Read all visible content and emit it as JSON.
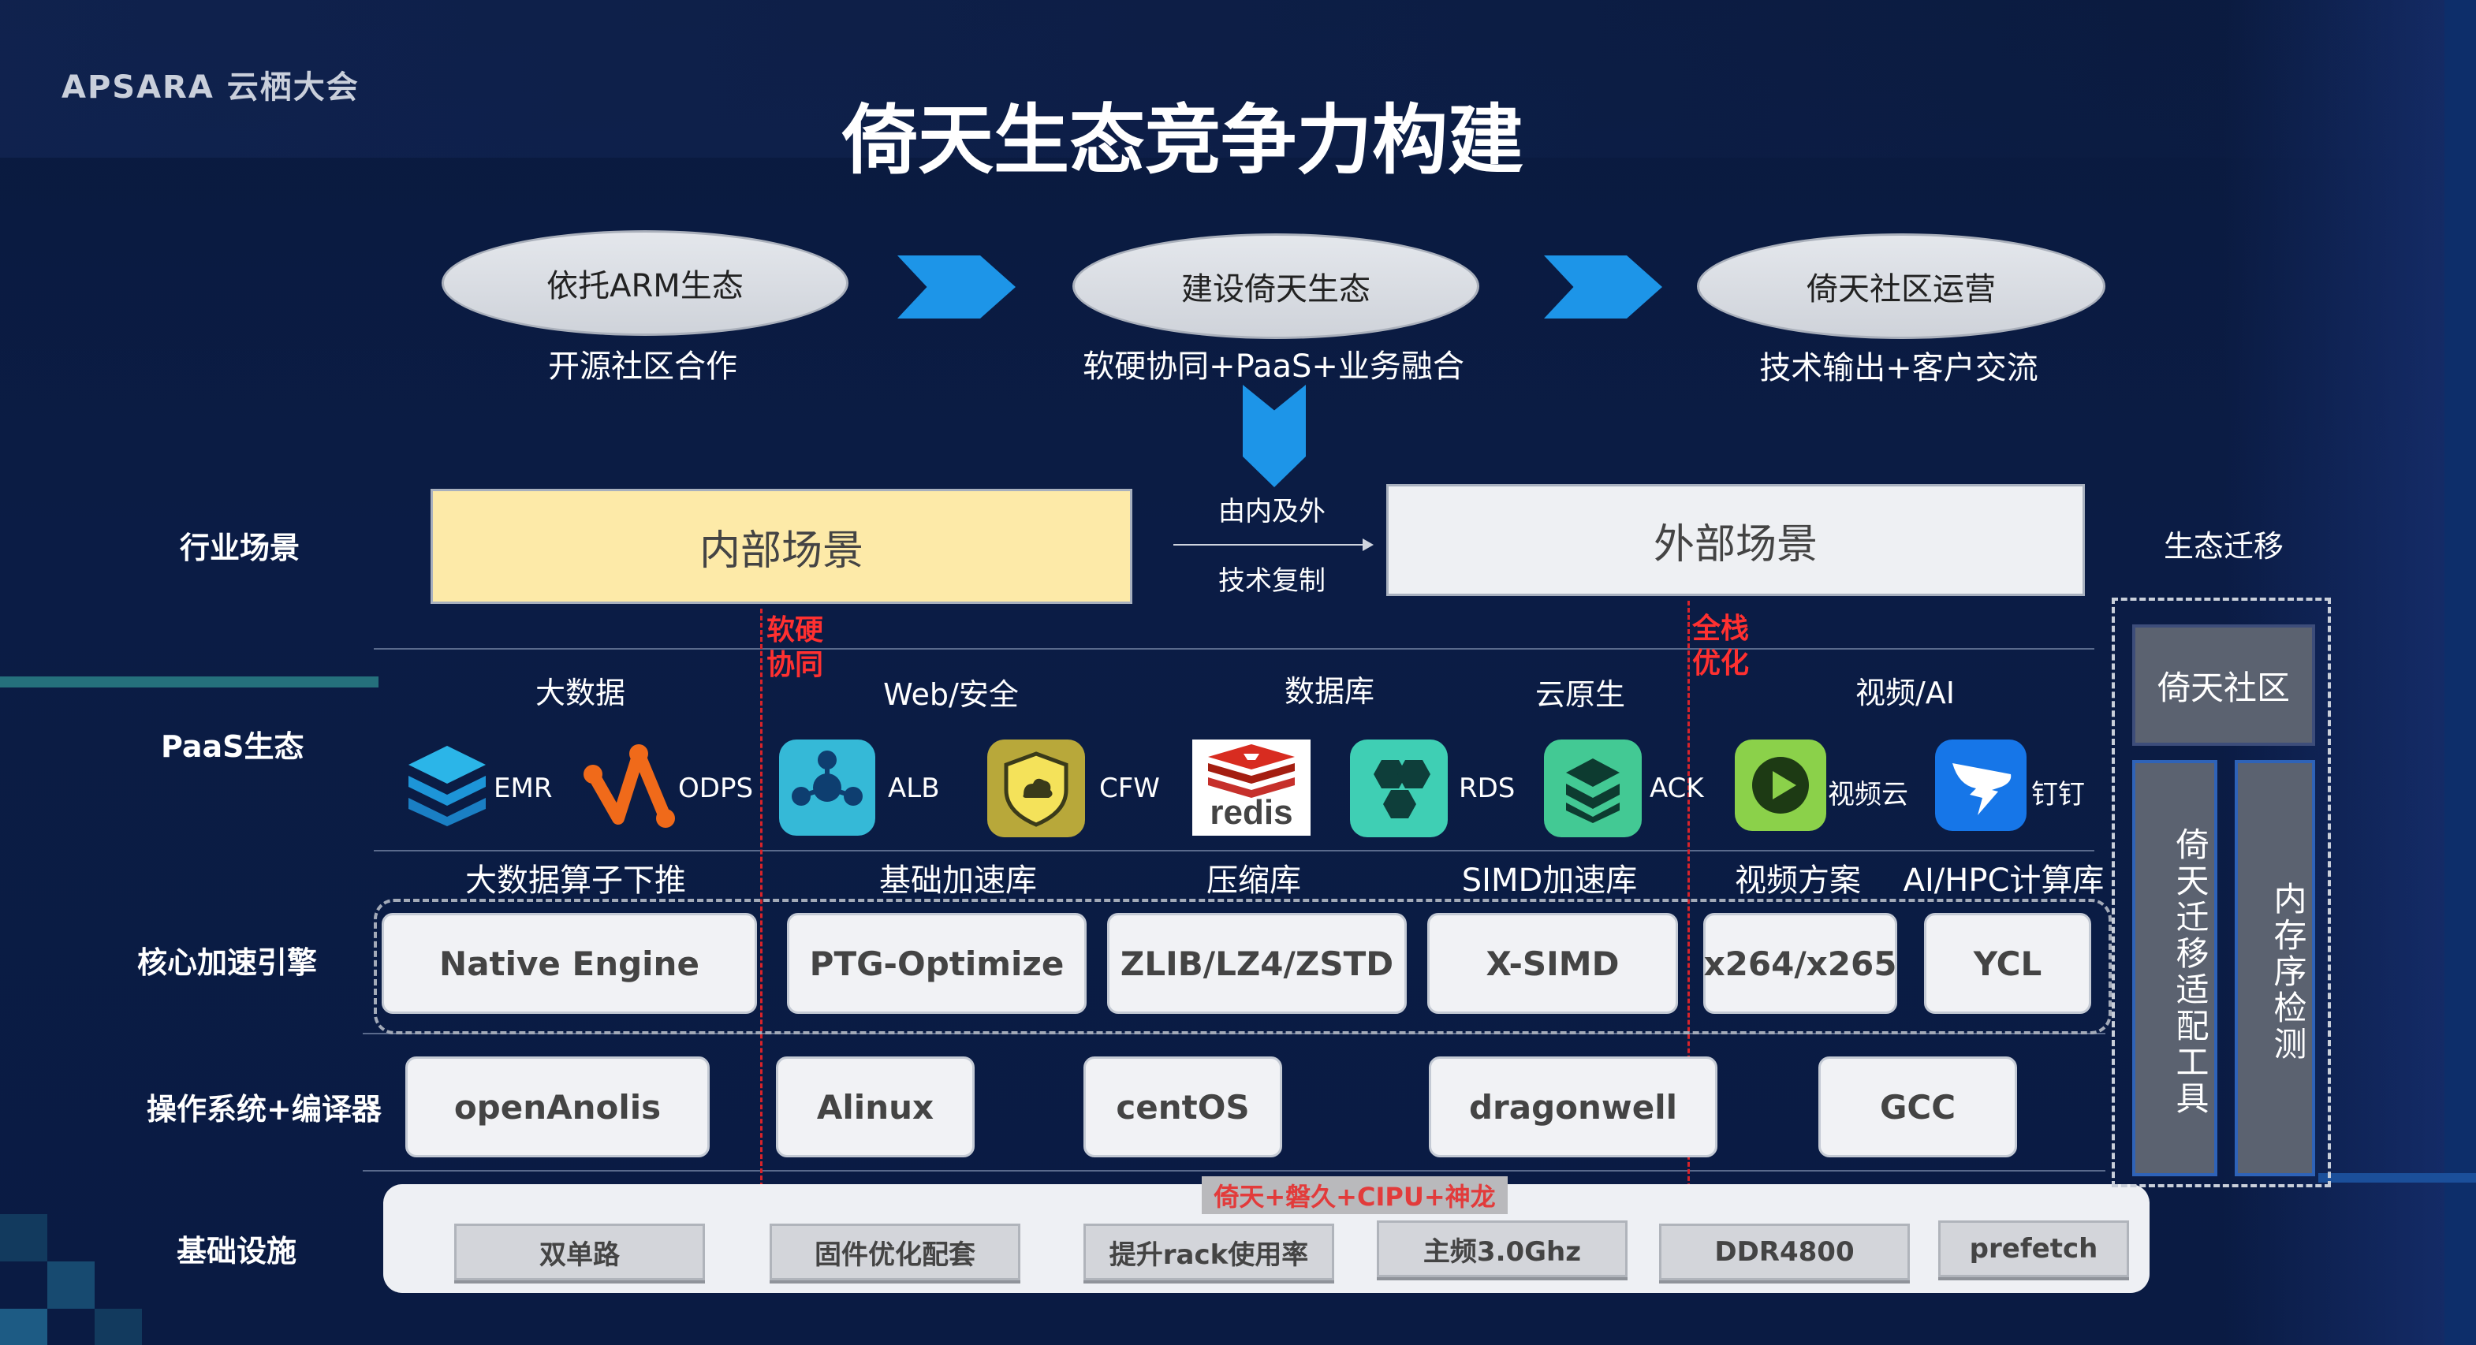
{
  "logo": "APSARA 云栖大会",
  "title": "倚天生态竞争力构建",
  "flow": {
    "stages": [
      {
        "label": "依托ARM生态",
        "sub": "开源社区合作"
      },
      {
        "label": "建设倚天生态",
        "sub": "软硬协同+PaaS+业务融合"
      },
      {
        "label": "倚天社区运营",
        "sub": "技术输出+客户交流"
      }
    ]
  },
  "row_labels": {
    "industry": "行业场景",
    "paas": "PaaS生态",
    "engine": "核心加速引擎",
    "os": "操作系统+编译器",
    "infra": "基础设施"
  },
  "scenes": {
    "internal": "内部场景",
    "external": "外部场景",
    "middle_top": "由内及外",
    "middle_bottom": "技术复制"
  },
  "red_notes": {
    "left": [
      "软硬",
      "协同"
    ],
    "right": [
      "全栈",
      "优化"
    ]
  },
  "paas": {
    "categories": [
      "大数据",
      "Web/安全",
      "数据库",
      "云原生",
      "视频/AI"
    ],
    "products": [
      "EMR",
      "ODPS",
      "ALB",
      "CFW",
      "RDS",
      "ACK",
      "视频云",
      "钉钉"
    ],
    "redis_text": "redis"
  },
  "engine": {
    "subcats": [
      "大数据算子下推",
      "基础加速库",
      "压缩库",
      "SIMD加速库",
      "视频方案",
      "AI/HPC计算库"
    ],
    "buttons": [
      "Native Engine",
      "PTG-Optimize",
      "ZLIB/LZ4/ZSTD",
      "X-SIMD",
      "x264/x265",
      "YCL"
    ]
  },
  "os": {
    "buttons": [
      "openAnolis",
      "Alinux",
      "centOS",
      "dragonwell",
      "GCC"
    ]
  },
  "infra": {
    "red_label": "倚天+磐久+CIPU+神龙",
    "buttons": [
      "双单路",
      "固件优化配套",
      "提升rack使用率",
      "主频3.0Ghz",
      "DDR4800",
      "prefetch"
    ]
  },
  "ecosystem": {
    "title": "生态迁移",
    "community": "倚天社区",
    "tool": "倚天迁移适配工具",
    "mem": "内存序检测"
  },
  "colors": {
    "background": "#0a1a3e",
    "arrow_blue": "#1d95e8",
    "internal_scene": "#fdeaa8",
    "red_note": "#ff3030"
  }
}
